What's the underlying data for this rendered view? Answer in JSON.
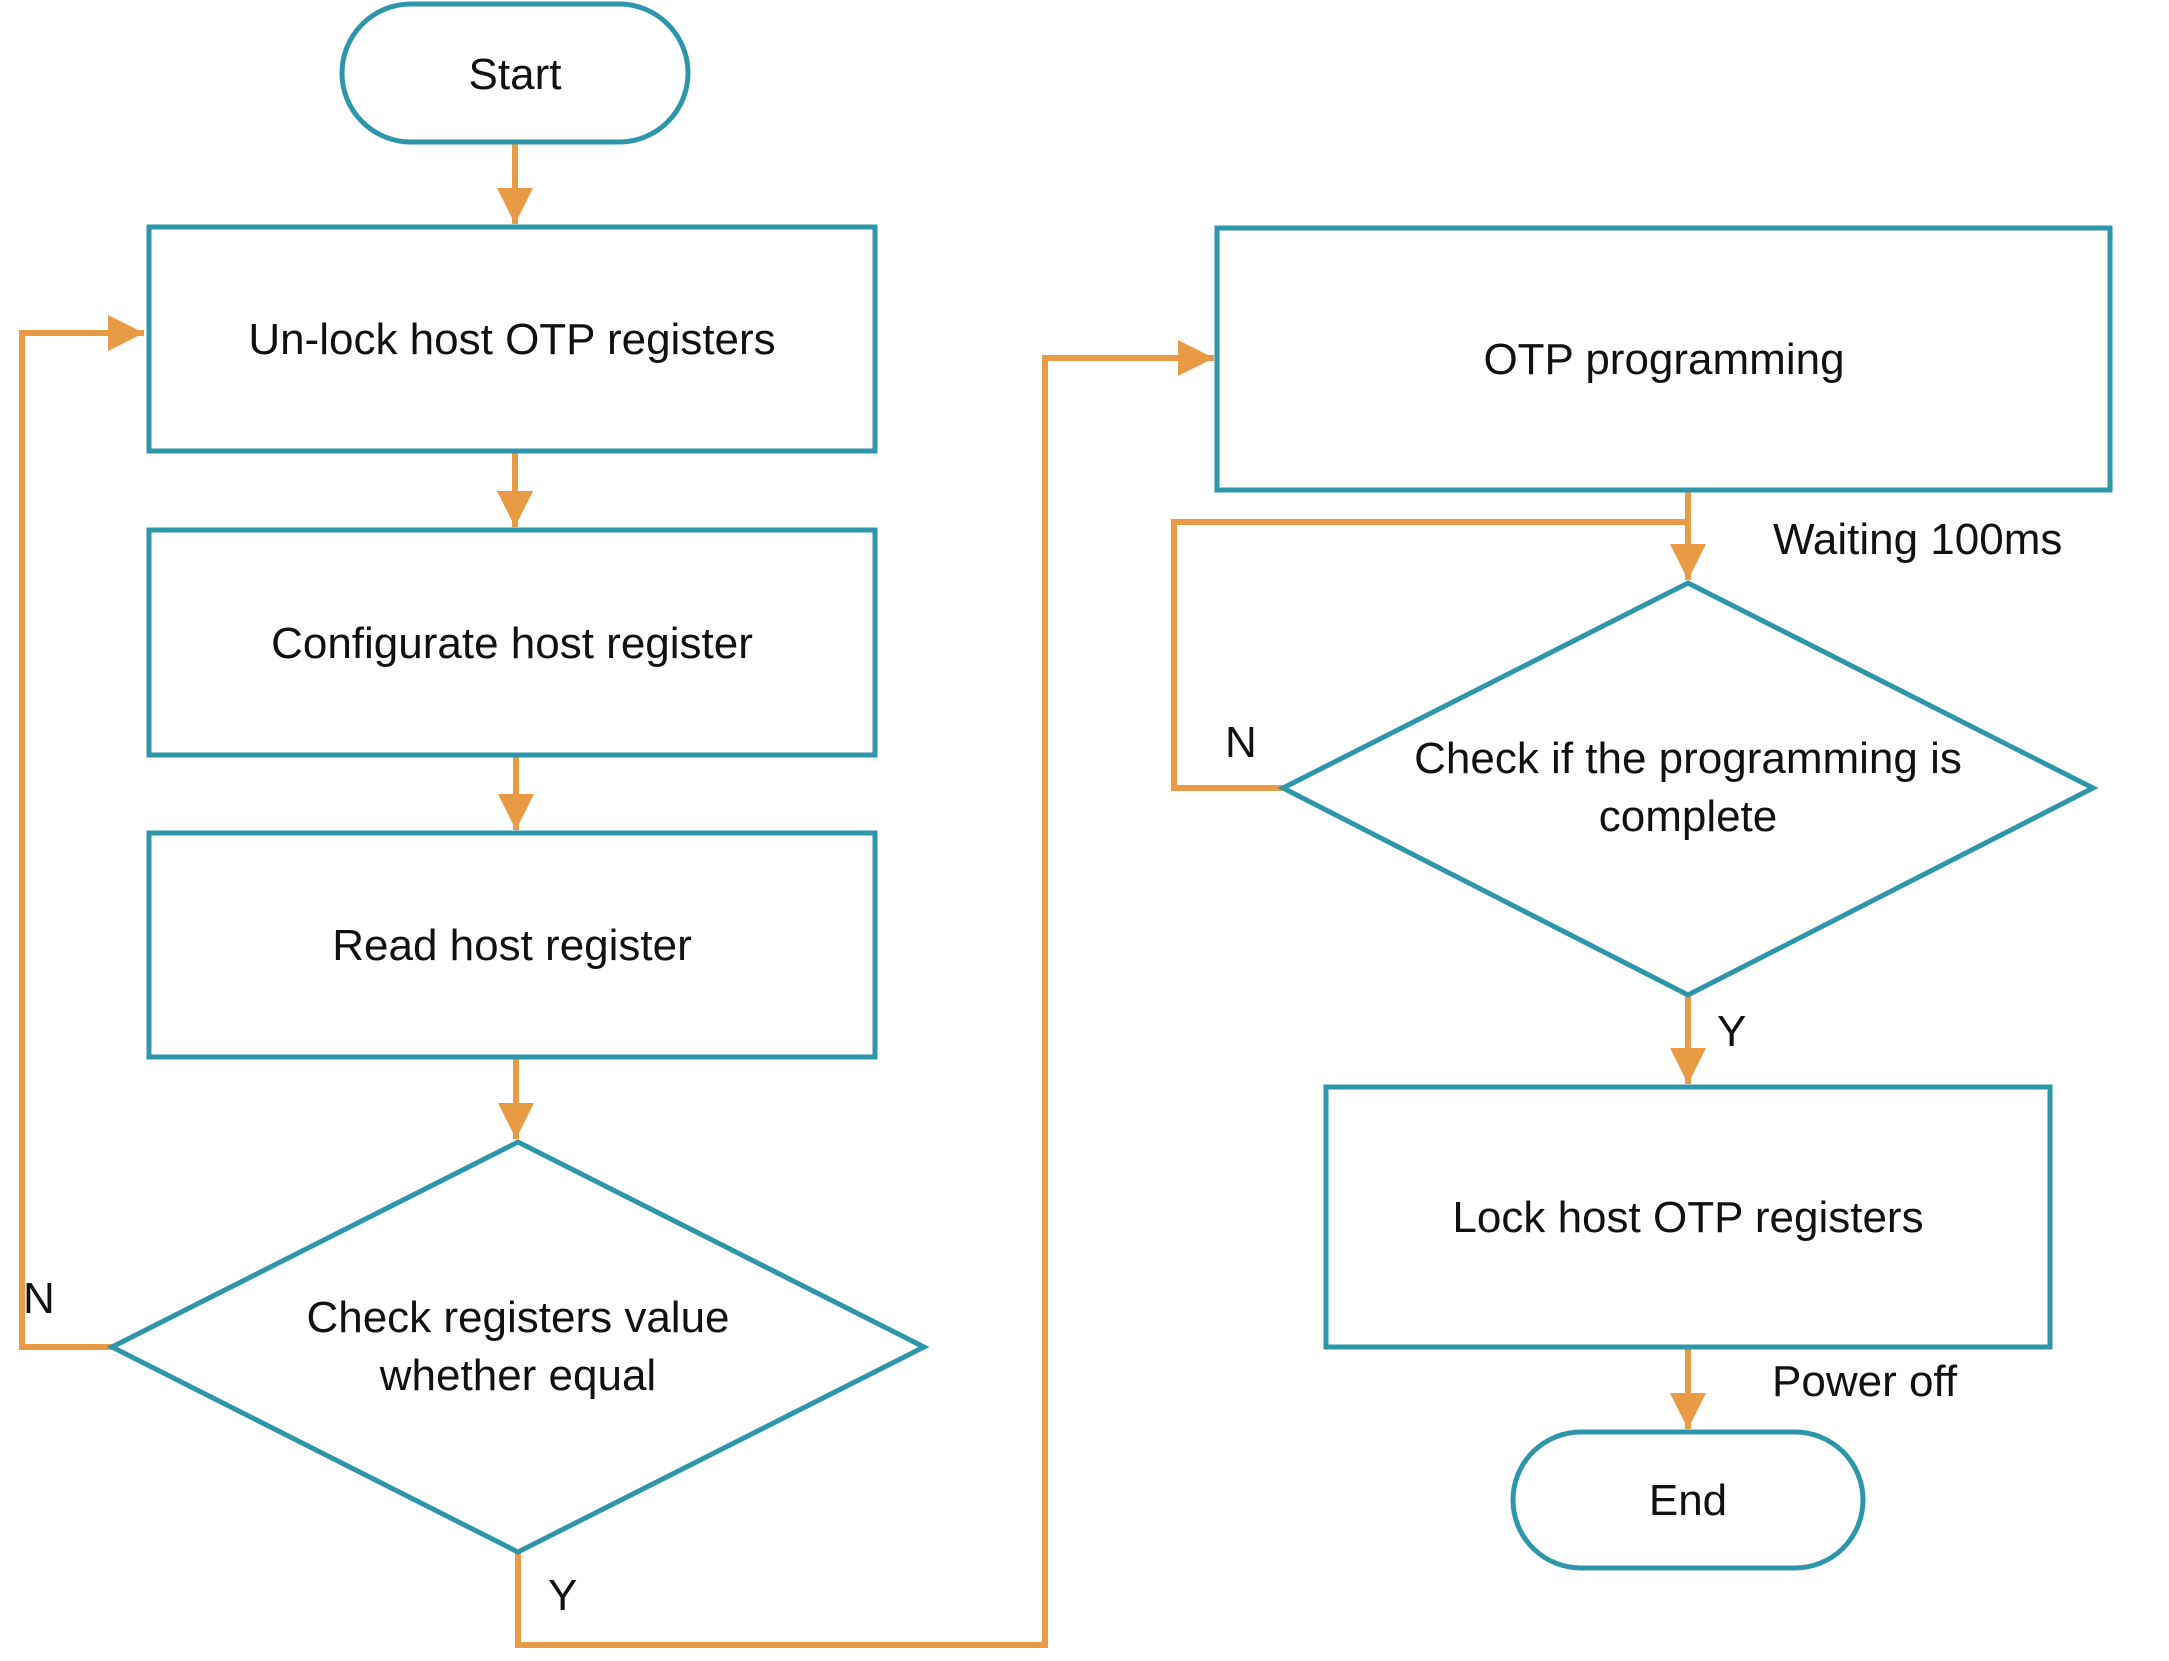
{
  "colors": {
    "shape_stroke": "#2E96AB",
    "connector": "#E99A44",
    "text": "#111111",
    "background": "#FFFFFF"
  },
  "nodes": {
    "start": {
      "type": "terminator",
      "label": "Start"
    },
    "unlock": {
      "type": "process",
      "label": "Un-lock host OTP registers"
    },
    "configurate": {
      "type": "process",
      "label": "Configurate host register"
    },
    "read": {
      "type": "process",
      "label": "Read host register"
    },
    "check_equal": {
      "type": "decision",
      "line1": "Check registers value",
      "line2": "whether equal"
    },
    "otp_programming": {
      "type": "process",
      "label": "OTP programming"
    },
    "check_complete": {
      "type": "decision",
      "line1": "Check if the programming is",
      "line2": "complete"
    },
    "lock": {
      "type": "process",
      "label": "Lock host OTP registers"
    },
    "end": {
      "type": "terminator",
      "label": "End"
    }
  },
  "edges": [
    {
      "from": "start",
      "to": "unlock"
    },
    {
      "from": "unlock",
      "to": "configurate"
    },
    {
      "from": "configurate",
      "to": "read"
    },
    {
      "from": "read",
      "to": "check_equal"
    },
    {
      "from": "check_equal",
      "to": "unlock",
      "label": "N"
    },
    {
      "from": "check_equal",
      "to": "otp_programming",
      "label": "Y"
    },
    {
      "from": "otp_programming",
      "to": "check_complete",
      "label": "Waiting 100ms"
    },
    {
      "from": "check_complete",
      "to": "check_complete",
      "label": "N"
    },
    {
      "from": "check_complete",
      "to": "lock",
      "label": "Y"
    },
    {
      "from": "lock",
      "to": "end",
      "label": "Power off"
    }
  ]
}
